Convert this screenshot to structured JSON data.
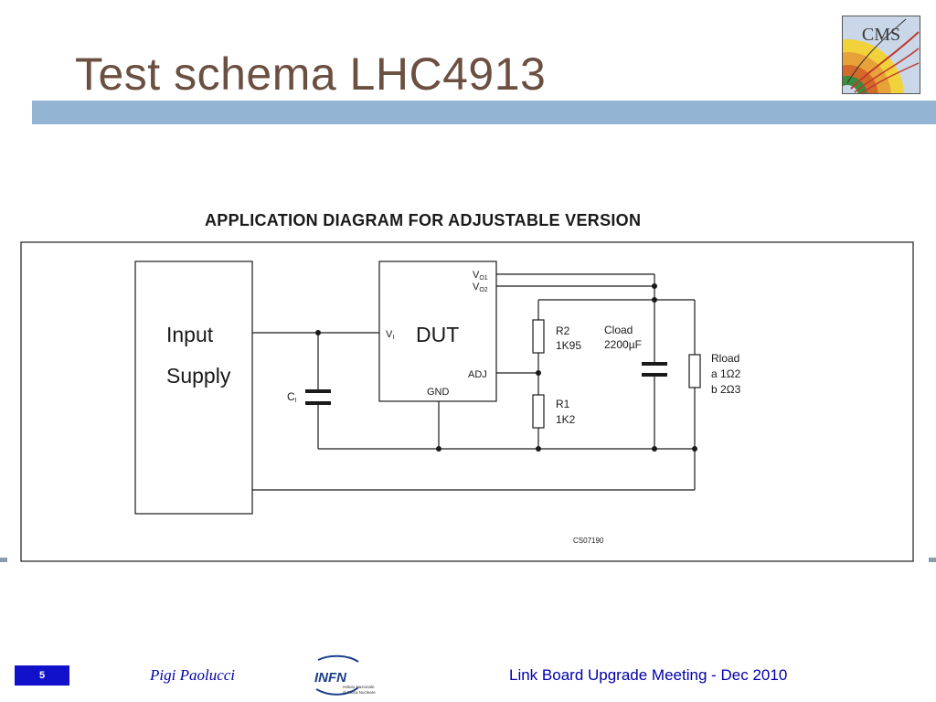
{
  "slide": {
    "title": "Test schema LHC4913",
    "number": "5",
    "author": "Pigi Paolucci",
    "footer": "Link Board Upgrade Meeting - Dec 2010"
  },
  "logos": {
    "cms_text": "CMS",
    "infn_text": "INFN",
    "infn_sub1": "Istituto Nazionale",
    "infn_sub2": "di Fisica Nucleare"
  },
  "diagram": {
    "heading": "APPLICATION DIAGRAM  FOR ADJUSTABLE VERSION",
    "input_supply_line1": "Input",
    "input_supply_line2": "Supply",
    "dut_label": "DUT",
    "vi_label": "V",
    "vi_sub": "I",
    "vo1_label": "V",
    "vo1_sub": "O1",
    "vo2_label": "V",
    "vo2_sub": "O2",
    "adj_label": "ADJ",
    "gnd_label": "GND",
    "ci_label": "C",
    "ci_sub": "I",
    "r2_name": "R2",
    "r2_value": "1K95",
    "r1_name": "R1",
    "r1_value": "1K2",
    "cload_name": "Cload",
    "cload_value": "2200µF",
    "rload_name": "Rload",
    "rload_a": "a 1Ω2",
    "rload_b": "b 2Ω3",
    "figure_code": "CS07190"
  },
  "colors": {
    "title": "#6b4f41",
    "title_bar": "#93b5d3",
    "footer_text": "#0000aa",
    "slide_number_bg": "#1111cc"
  }
}
